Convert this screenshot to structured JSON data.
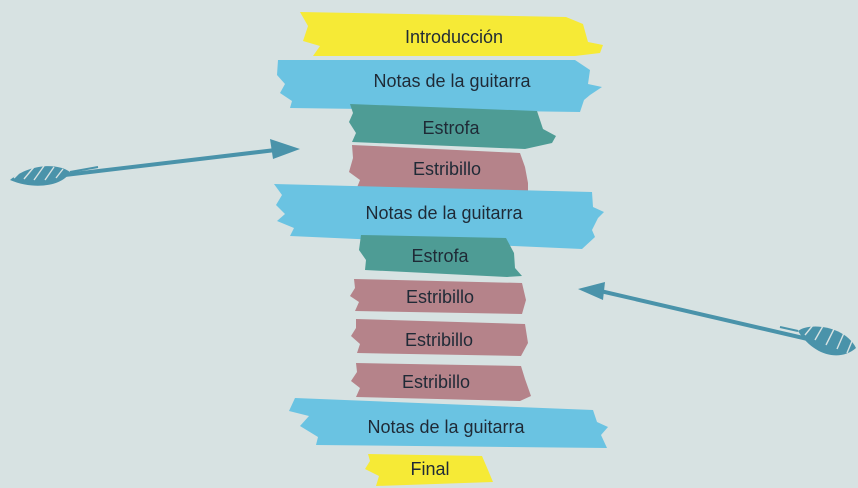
{
  "colors": {
    "background": "#d7e2e2",
    "intro_final": "#f6ea36",
    "guitar_notes": "#6ac3e2",
    "verse": "#4e9c95",
    "chorus": "#b5838a",
    "arrow": "#4a93aa",
    "text": "#1f2a36"
  },
  "sections": [
    {
      "type": "intro",
      "label": "Introducción"
    },
    {
      "type": "guitar",
      "label": "Notas de la guitarra"
    },
    {
      "type": "verse",
      "label": "Estrofa"
    },
    {
      "type": "chorus",
      "label": "Estribillo"
    },
    {
      "type": "guitar",
      "label": "Notas de la guitarra"
    },
    {
      "type": "verse",
      "label": "Estrofa"
    },
    {
      "type": "chorus",
      "label": "Estribillo"
    },
    {
      "type": "chorus",
      "label": "Estribillo"
    },
    {
      "type": "chorus",
      "label": "Estribillo"
    },
    {
      "type": "guitar",
      "label": "Notas de la guitarra"
    },
    {
      "type": "final",
      "label": "Final"
    }
  ],
  "icons": {
    "left_arrow": "feathered-arrow-icon",
    "right_arrow": "feathered-arrow-icon"
  }
}
